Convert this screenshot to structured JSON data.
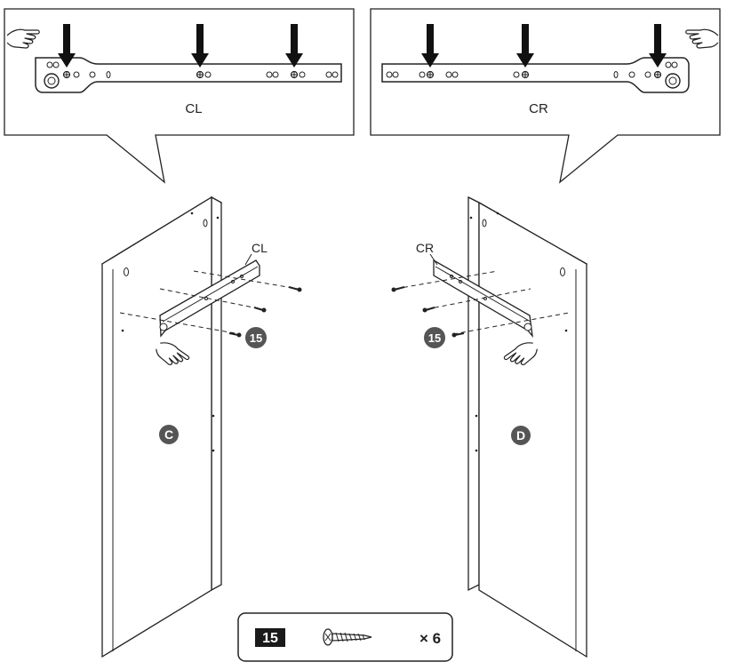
{
  "callouts": {
    "left": {
      "rail_label": "CL"
    },
    "right": {
      "rail_label": "CR"
    }
  },
  "panels": {
    "left": {
      "letter": "C",
      "rail_label": "CL",
      "screw_badge": "15"
    },
    "right": {
      "letter": "D",
      "rail_label": "CR",
      "screw_badge": "15"
    }
  },
  "parts_box": {
    "part_number": "15",
    "quantity": "× 6"
  },
  "colors": {
    "line": "#222222",
    "badge_fill": "#555555",
    "badge_text": "#ffffff",
    "part_tag_fill": "#1a1a1a"
  }
}
